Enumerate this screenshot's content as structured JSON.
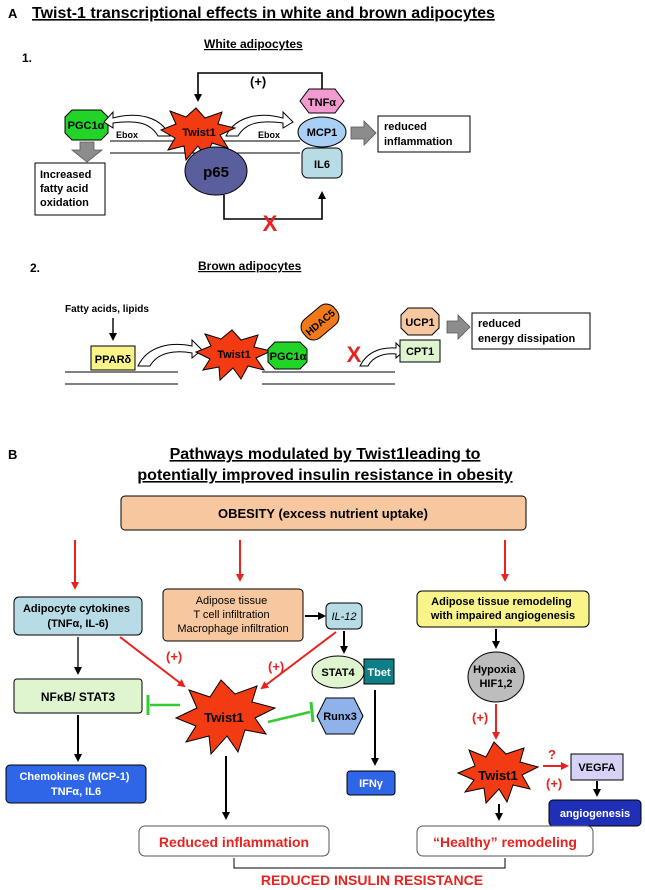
{
  "panelA": {
    "letter": "A",
    "title": "Twist-1 transcriptional effects in white and brown adipocytes",
    "section1": {
      "number": "1.",
      "heading": "White adipocytes",
      "plus": "(+)",
      "pgc1a": "PGC1α",
      "ebox_left": "Ebox",
      "twist": "Twist1",
      "ebox_right": "Ebox",
      "p65": "p65",
      "tnfa": "TNFα",
      "mcp1": "MCP1",
      "il6": "IL6",
      "outcome": "reduced\ninflammation",
      "fatty_box": "Increased\nfatty acid\noxidation",
      "block": "X"
    },
    "section2": {
      "number": "2.",
      "heading": "Brown adipocytes",
      "fatty_acids": "Fatty acids, lipids",
      "ppard": "PPARδ",
      "twist": "Twist1",
      "pgc1a": "PGC1α",
      "hdac5": "HDAC5",
      "ucp1": "UCP1",
      "cpt1": "CPT1",
      "outcome": "reduced\nenergy dissipation",
      "block": "X"
    }
  },
  "panelB": {
    "letter": "B",
    "title_line1": "Pathways modulated by Twist1leading to",
    "title_line2": "potentially improved insulin resistance in obesity",
    "obesity": "OBESITY (excess nutrient uptake)",
    "adipocyte_cytokines": "Adipocyte cytokines\n(TNFα, IL-6)",
    "adipose_infiltration": "Adipose tissue\nT cell infiltration\nMacrophage infiltration",
    "il12": "IL-12",
    "remodeling": "Adipose tissue remodeling\nwith impaired angiogenesis",
    "nfkb": "NFκB/ STAT3",
    "stat4": "STAT4",
    "tbet": "Tbet",
    "runx3": "Runx3",
    "hypoxia": "Hypoxia\nHIF1,2",
    "twist_main": "Twist1",
    "twist_right": "Twist1",
    "plus1": "(+)",
    "plus2": "(+)",
    "plus3": "(+)",
    "plus4": "(+)",
    "question": "?",
    "vegfa": "VEGFA",
    "angiogenesis": "angiogenesis",
    "chemokines": "Chemokines (MCP-1)\nTNFα, IL6",
    "ifng": "IFNγ",
    "reduced_inflammation": "Reduced inflammation",
    "healthy_remodeling": "“Healthy” remodeling",
    "reduced_ir": "REDUCED INSULIN RESISTANCE"
  },
  "colors": {
    "red": "#e8231f",
    "twist_fill": "#f23b12",
    "green_oct": "#22d328",
    "orange_box": "#f7c8a0",
    "blue_box": "#b8dce6",
    "light_green": "#dff5cf",
    "yellow": "#f8f48a",
    "p65": "#5b5e9c",
    "tnfa": "#f39ad0",
    "mcp1": "#a9cff4",
    "dark_blue": "#1f2fb8",
    "chemokines": "#2f66e8",
    "teal": "#0f7f86",
    "hdac": "#f07a1a",
    "runx3": "#8fb2ea",
    "gray": "#bdbdbd"
  }
}
